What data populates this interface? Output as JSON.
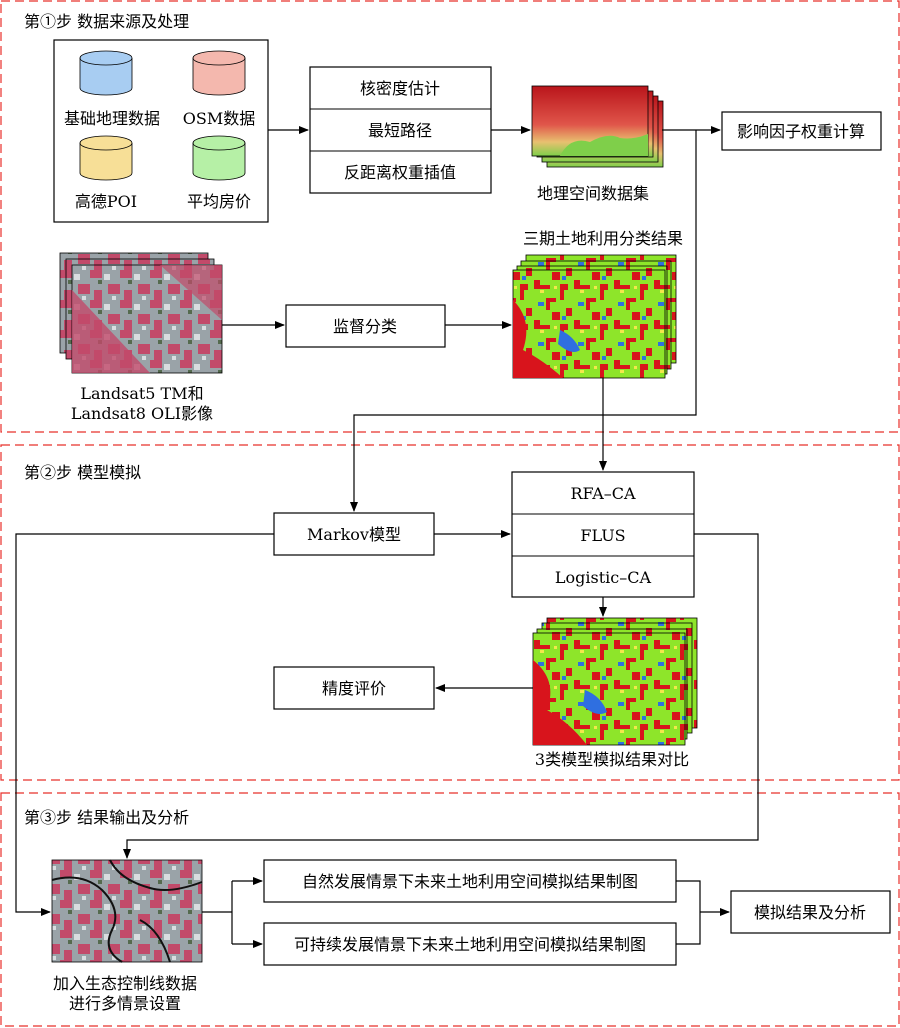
{
  "steps": {
    "step1": "第①步 数据来源及处理",
    "step2": "第②步 模型模拟",
    "step3": "第③步 结果输出及分析"
  },
  "data_sources": {
    "basic_geo": "基础地理数据",
    "osm": "OSM数据",
    "gaode_poi": "高德POI",
    "house_price": "平均房价",
    "colors": {
      "basic_geo": "#a8cdf2",
      "osm": "#f4b8ae",
      "gaode_poi": "#f7df97",
      "house_price": "#b6f0a6"
    }
  },
  "methods": [
    "核密度估计",
    "最短路径",
    "反距离权重插值"
  ],
  "geo_dataset_label": "地理空间数据集",
  "weight_calc_label": "影响因子权重计算",
  "landsat": {
    "line1": "Landsat5 TM和",
    "line2": "Landsat8 OLI影像"
  },
  "supervised_classification": "监督分类",
  "three_period_label": "三期土地利用分类结果",
  "markov_label": "Markov模型",
  "models": [
    "RFA–CA",
    "FLUS",
    "Logistic–CA"
  ],
  "accuracy_label": "精度评价",
  "compare_label": "3类模型模拟结果对比",
  "ecology": {
    "line1": "加入生态控制线数据",
    "line2": "进行多情景设置"
  },
  "scenarios": [
    "自然发展情景下未来土地利用空间模拟结果制图",
    "可持续发展情景下未来土地利用空间模拟结果制图"
  ],
  "final_label": "模拟结果及分析",
  "colors": {
    "section_border": "#e8302b",
    "landuse_green": "#8ee52a",
    "landuse_red": "#d8141c",
    "landuse_blue": "#2f6fe0",
    "landuse_yellow": "#f2e84a"
  }
}
